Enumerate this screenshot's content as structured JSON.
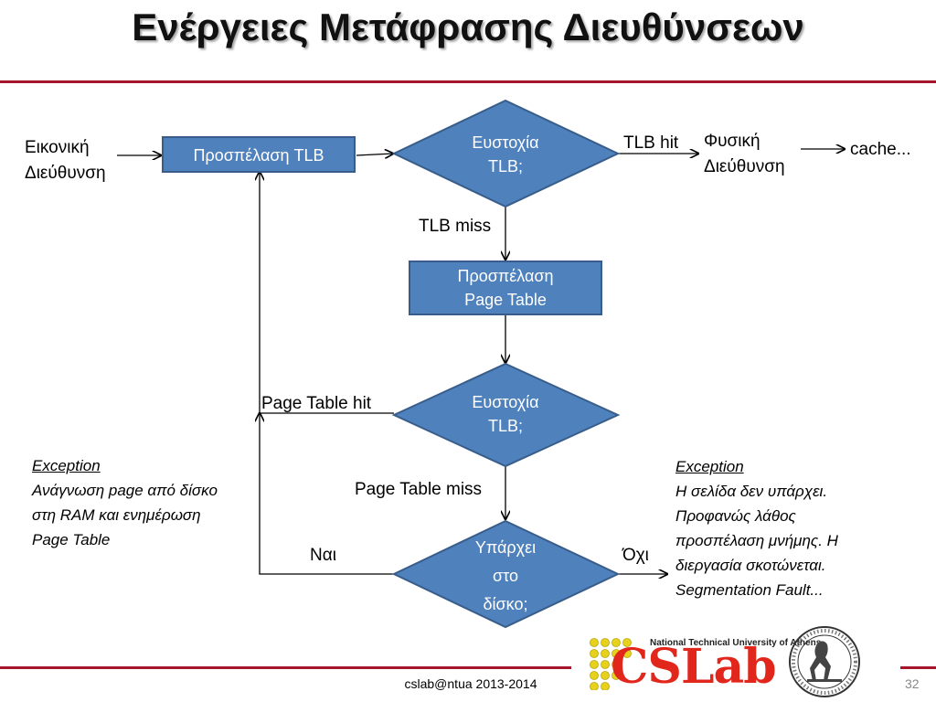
{
  "title": "Ενέργειες Μετάφρασης Διευθύνσεων",
  "flow": {
    "input_label_1": "Εικονική",
    "input_label_2": "Διεύθυνση",
    "box_tlb": "Προσπέλαση TLB",
    "diamond1_l1": "Ευστοχία",
    "diamond1_l2": "TLB;",
    "tlb_hit": "TLB hit",
    "phys_1": "Φυσική",
    "phys_2": "Διεύθυνση",
    "cache": "cache...",
    "tlb_miss": "TLB miss",
    "box_pt_1": "Προσπέλαση",
    "box_pt_2": "Page Table",
    "diamond2_l1": "Ευστοχία",
    "diamond2_l2": "TLB;",
    "pt_hit": "Page Table hit",
    "pt_miss": "Page Table miss",
    "diamond3_l1": "Υπάρχει",
    "diamond3_l2": "στο",
    "diamond3_l3": "δίσκο;",
    "yes": "Ναι",
    "no": "Όχι"
  },
  "left_note": {
    "heading": "Exception",
    "lines": [
      "Ανάγνωση page από δίσκο",
      "στη RAM και ενημέρωση",
      "Page Table"
    ]
  },
  "right_note": {
    "heading": "Exception",
    "lines": [
      "Η σελίδα δεν υπάρχει.",
      "Προφανώς λάθος",
      "προσπέλαση μνήμης. Η",
      "διεργασία σκοτώνεται.",
      "Segmentation Fault..."
    ]
  },
  "footer": {
    "text": "cslab@ntua 2013-2014",
    "page": "32"
  },
  "logo": {
    "word": "CSLab",
    "tagline": "National Technical University of Athens"
  },
  "colors": {
    "accent_rule": "#a5162c",
    "shape_fill": "#4f81bd",
    "shape_stroke": "#385d8a",
    "logo_red": "#e1261c",
    "logo_dots": "#e6d21a"
  }
}
